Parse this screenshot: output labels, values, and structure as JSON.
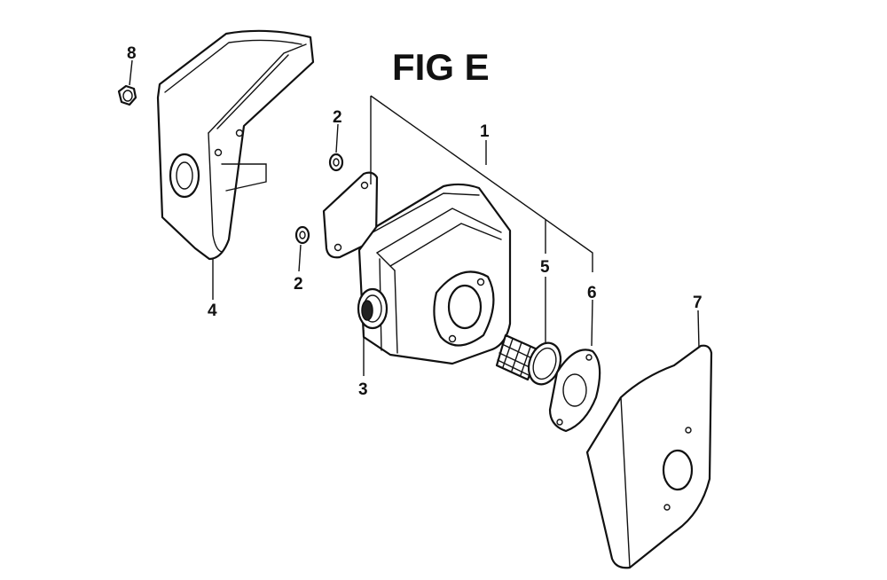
{
  "figure": {
    "title": "FIG E"
  },
  "callouts": {
    "muffler": "1",
    "washer_upper": "2",
    "washer_lower": "2",
    "spark_arrester_screen": "3",
    "muffler_protector": "4",
    "spark_arrester": "5",
    "gasket": "6",
    "heat_shield_plate": "7",
    "nut": "8"
  }
}
